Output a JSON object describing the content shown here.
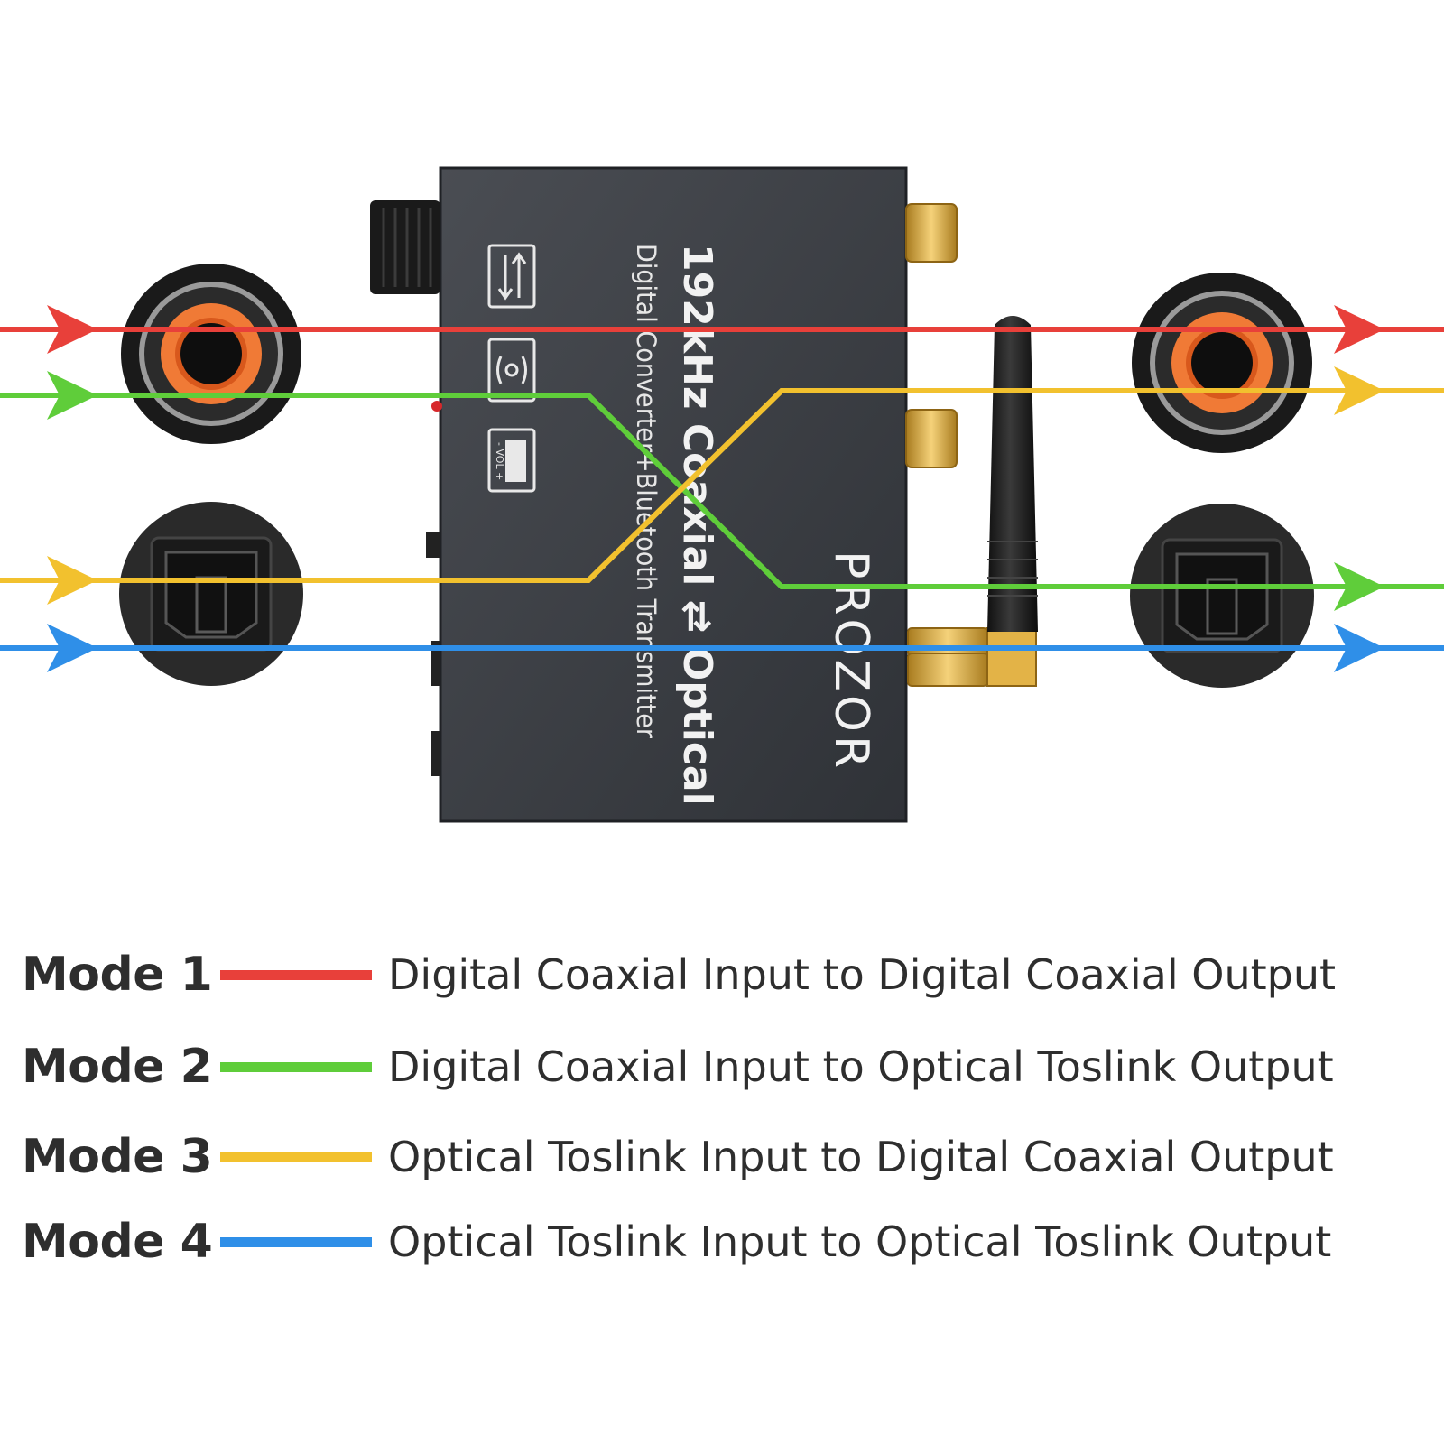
{
  "device": {
    "title": "192kHz Coaxial ⇄ Optical",
    "subtitle": "Digital Converter+Bluetooth Transmitter",
    "brand": "PROZOR",
    "icons": [
      "swap-arrows-icon",
      "bluetooth-signal-icon",
      "volume-level-icon"
    ],
    "volume_icon_text": "- VOL +"
  },
  "ports": {
    "left": [
      "coaxial-input",
      "optical-input"
    ],
    "right": [
      "coaxial-output",
      "optical-output"
    ]
  },
  "colors": {
    "mode1": "#e8403a",
    "mode2": "#5fcd3a",
    "mode3": "#f2c12e",
    "mode4": "#2f8fe8",
    "device": "#3a3d42",
    "port_orange": "#f07a36"
  },
  "legend": [
    {
      "label": "Mode 1",
      "description": "Digital Coaxial Input to Digital Coaxial Output",
      "color": "#e8403a"
    },
    {
      "label": "Mode 2",
      "description": "Digital Coaxial Input to Optical Toslink Output",
      "color": "#5fcd3a"
    },
    {
      "label": "Mode 3",
      "description": "Optical Toslink Input to Digital Coaxial Output",
      "color": "#f2c12e"
    },
    {
      "label": "Mode 4",
      "description": "Optical Toslink Input to Optical Toslink Output",
      "color": "#2f8fe8"
    }
  ]
}
